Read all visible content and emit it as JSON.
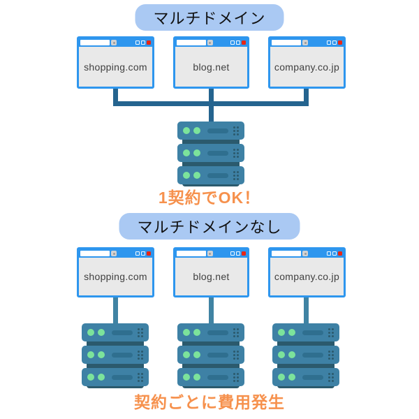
{
  "sections": [
    {
      "title": "マルチドメイン",
      "caption": "1契約でOK！",
      "windows": [
        {
          "domain": "shopping.com"
        },
        {
          "domain": "blog.net"
        },
        {
          "domain": "company.co.jp"
        }
      ],
      "server_count": 1
    },
    {
      "title": "マルチドメインなし",
      "caption": "契約ごとに費用発生",
      "windows": [
        {
          "domain": "shopping.com"
        },
        {
          "domain": "blog.net"
        },
        {
          "domain": "company.co.jp"
        }
      ],
      "server_count": 3
    }
  ],
  "colors": {
    "title_pill_bg": "#aac9f3",
    "title_text": "#111111",
    "window_chrome": "#2e96ee",
    "window_content_bg": "#e9e9e9",
    "window_close": "#e82614",
    "domain_text": "#3f3f3f",
    "connector_top": "#25648f",
    "connector_bottom": "#4083a3",
    "server_body": "#3e81a5",
    "server_dark": "#2b5a6d",
    "server_led": "#7ce39b",
    "server_slot": "#2f6f8f",
    "caption_text": "#f6914d"
  },
  "icons": {
    "minimize-icon": "outlined square",
    "maximize-icon": "outlined square",
    "close-icon": "red filled square",
    "address-bar": "white rounded bar",
    "extension-icon": "gray square with dot",
    "led-icon": "green circle",
    "drive-slot-icon": "dark rounded pill",
    "vent-dots-icon": "2x3 dot grid"
  }
}
